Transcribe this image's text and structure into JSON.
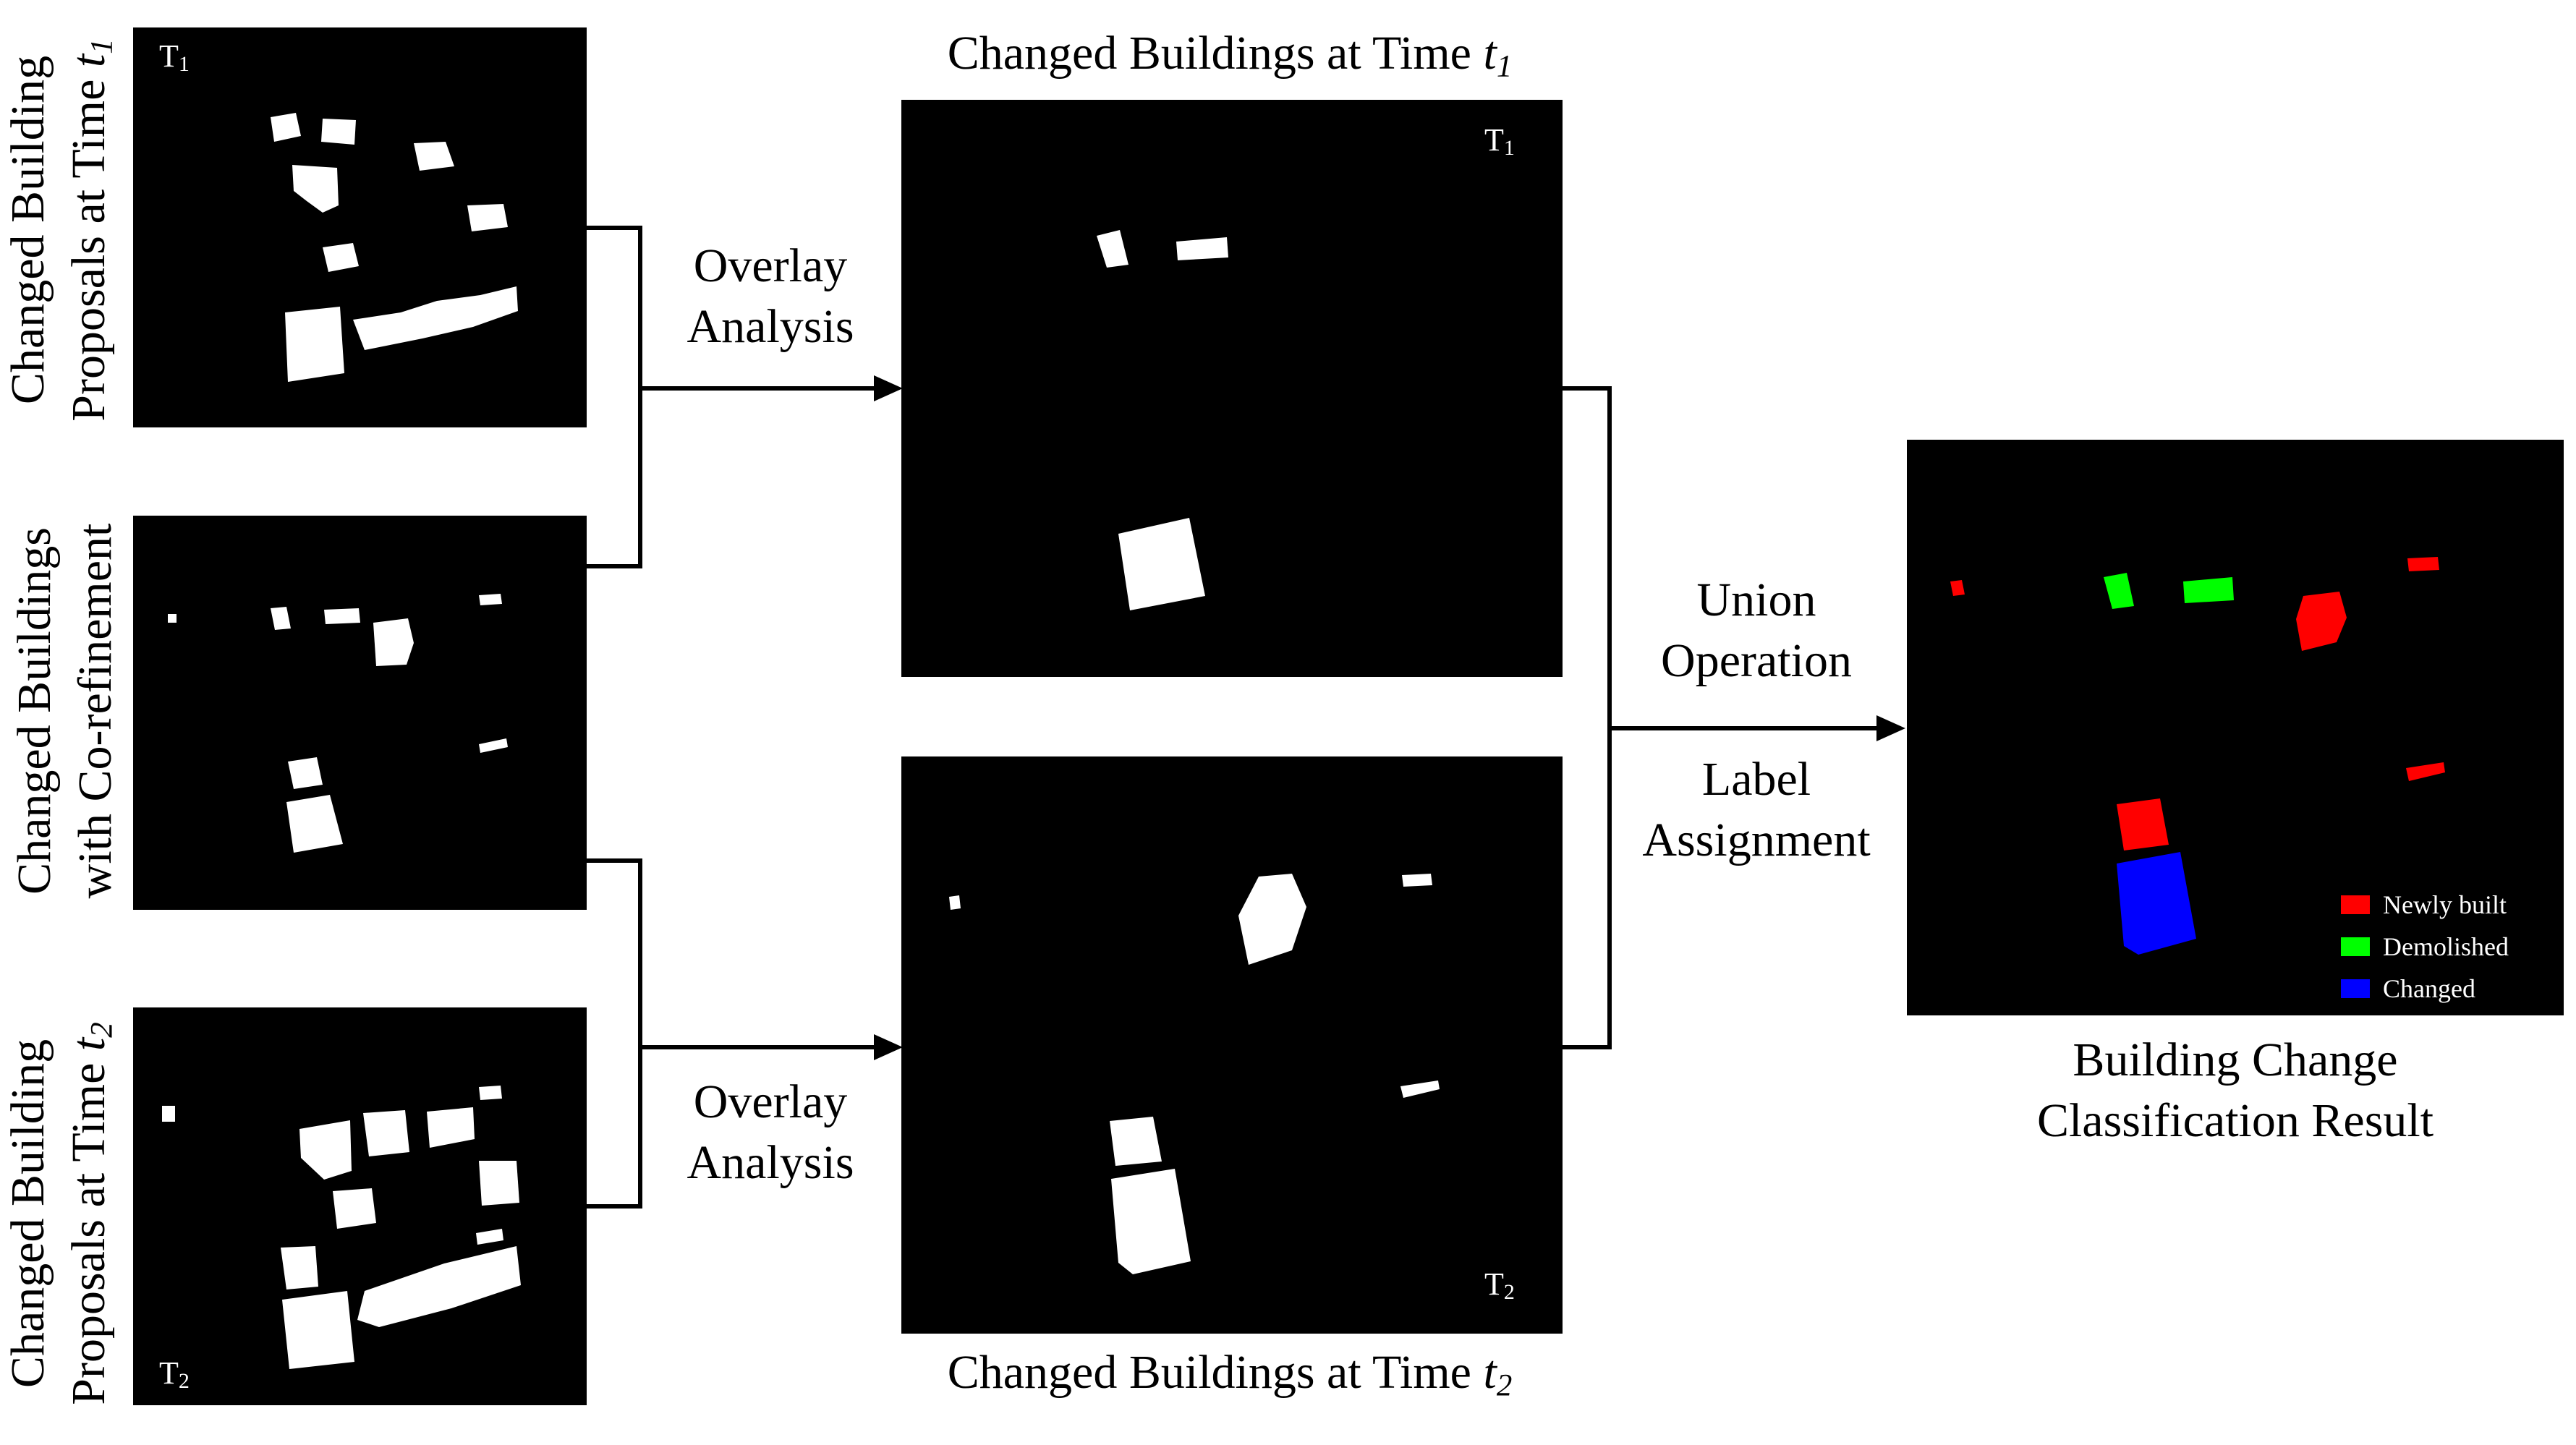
{
  "left_labels": {
    "top": {
      "line1": "Changed Building",
      "line2_text": "Proposals at Time ",
      "line2_var": "t",
      "line2_sub": "1"
    },
    "middle": {
      "line1": "Changed Buildings",
      "line2_text": "with Co-refinement"
    },
    "bottom": {
      "line1": "Changed Building",
      "line2_text": "Proposals at Time ",
      "line2_var": "t",
      "line2_sub": "2"
    }
  },
  "panel_tags": {
    "t1": {
      "main": "T",
      "sub": "1"
    },
    "t2": {
      "main": "T",
      "sub": "2"
    }
  },
  "operations": {
    "overlay_top": {
      "line1": "Overlay",
      "line2": "Analysis"
    },
    "overlay_bottom": {
      "line1": "Overlay",
      "line2": "Analysis"
    },
    "union": {
      "line1": "Union",
      "line2": "Operation"
    },
    "label": {
      "line1": "Label",
      "line2": "Assignment"
    }
  },
  "captions": {
    "changed_t1": {
      "text": "Changed Buildings at Time ",
      "var": "t",
      "sub": "1"
    },
    "changed_t2": {
      "text": "Changed Buildings at Time ",
      "var": "t",
      "sub": "2"
    },
    "result": {
      "line1": "Building Change",
      "line2": "Classification Result"
    }
  },
  "legend": [
    {
      "label": "Newly built",
      "color": "#ff0000"
    },
    {
      "label": "Demolished",
      "color": "#00ff00"
    },
    {
      "label": "Changed",
      "color": "#0000ff"
    }
  ],
  "colors": {
    "panel_bg": "#000000",
    "building": "#ffffff",
    "line": "#000000"
  }
}
